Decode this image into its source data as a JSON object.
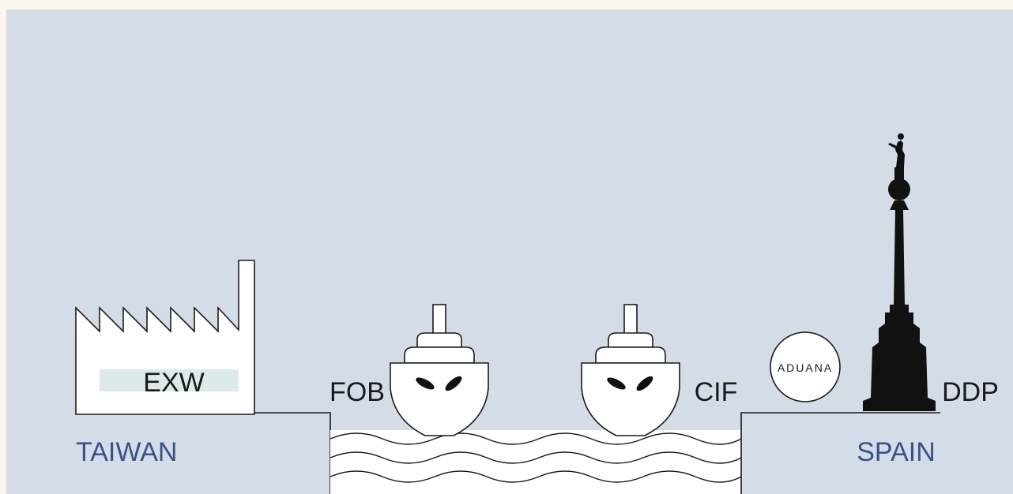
{
  "colors": {
    "background": "#d4dde7",
    "top_strip": "#fdf6ec",
    "country_label": "#3a5286",
    "factory_band": "#dcebea",
    "ink": "#1a1a1a"
  },
  "labels": {
    "exw": "EXW",
    "fob": "FOB",
    "cif": "CIF",
    "ddp": "DDP",
    "aduana": "ADUANA",
    "origin": "TAIWAN",
    "destination": "SPAIN"
  },
  "icons": [
    "factory-icon",
    "ship-icon",
    "customs-stamp-icon",
    "columbus-monument-icon",
    "sea-waves-icon"
  ]
}
